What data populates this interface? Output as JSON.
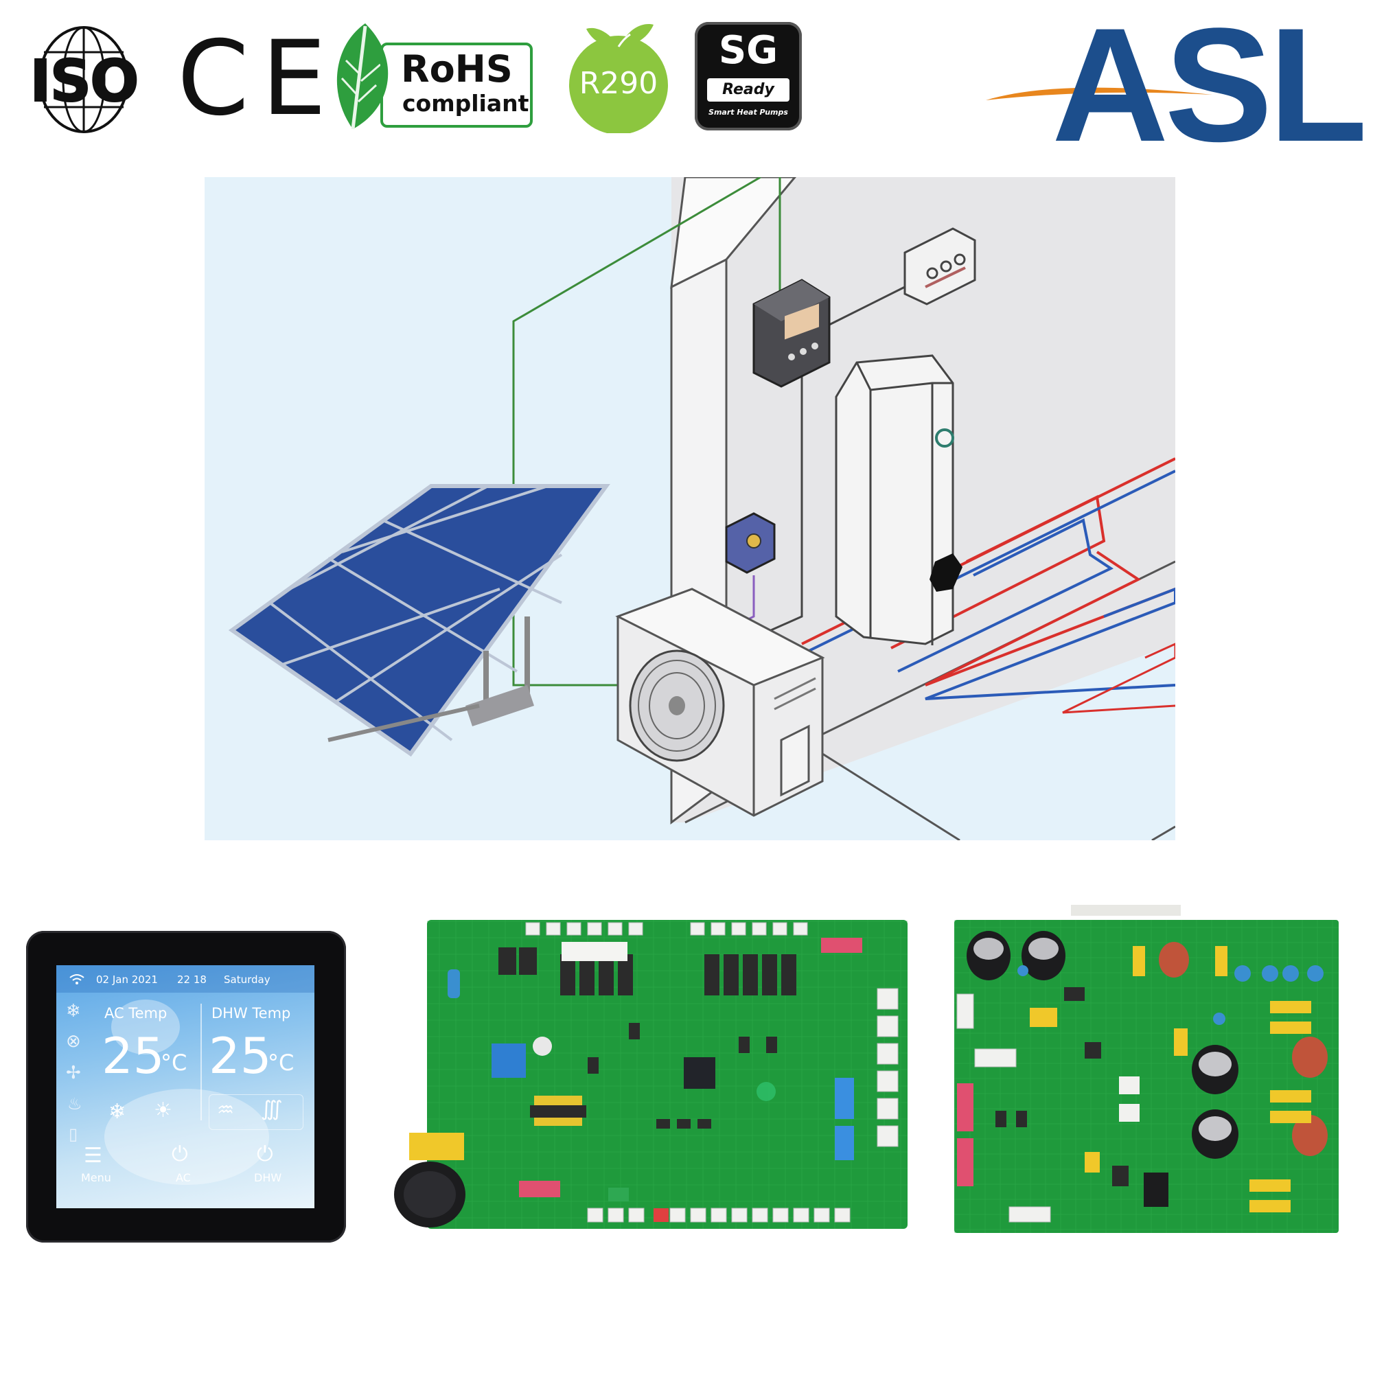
{
  "badges": {
    "iso": "ISO",
    "ce": "CE",
    "rohs_line1": "RoHS",
    "rohs_line2": "compliant",
    "r290": "R290",
    "sg_line1": "SG",
    "sg_line2": "Ready",
    "sg_line3": "Smart Heat Pumps"
  },
  "brand": {
    "logo_text": "ASL",
    "color": "#1c4e8c",
    "swoosh_color": "#e8861d"
  },
  "thermostat": {
    "date": "02  Jan  2021",
    "time": "22 18",
    "weekday": "Saturday",
    "ac_label": "AC Temp",
    "dhw_label": "DHW Temp",
    "ac_value": "25",
    "dhw_value": "25",
    "unit": "°C",
    "menu_label": "Menu",
    "ac_button": "AC",
    "dhw_button": "DHW"
  },
  "colors": {
    "pcb_green": "#1f9a3c",
    "panel_bg": "#e4f2fa",
    "wall_grey": "#e6e6e8",
    "pipe_red": "#d9302c",
    "pipe_blue": "#2b5bb8",
    "wire_green": "#3c8c3a"
  },
  "icons": [
    "wifi-icon",
    "snowflake-icon",
    "fan-icon",
    "sun-icon",
    "power-icon",
    "menu-icon"
  ]
}
